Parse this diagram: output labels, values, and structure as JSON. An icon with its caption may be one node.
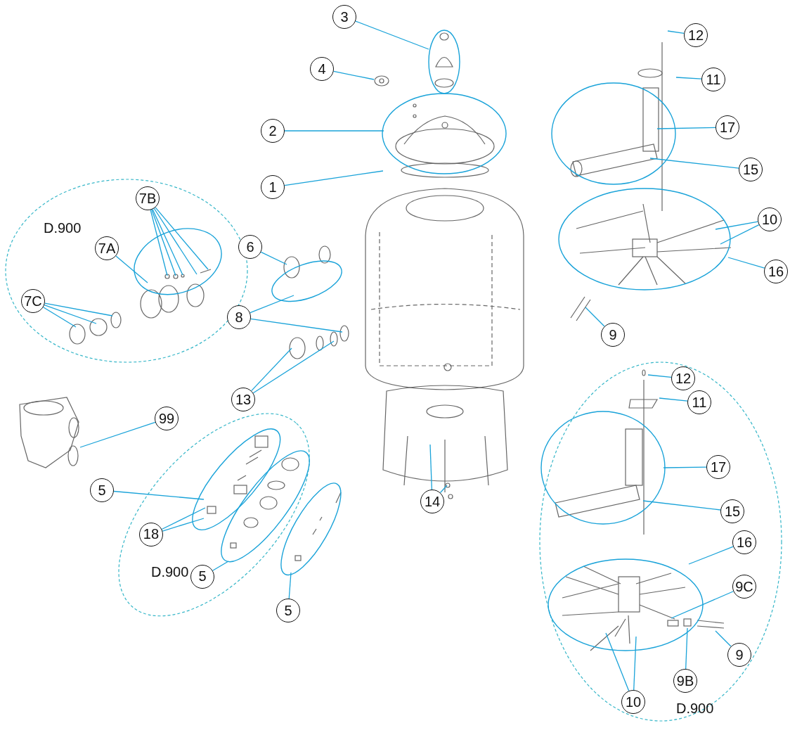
{
  "diagram": {
    "nodes": [
      {
        "text": [
          "3"
        ]
      },
      {
        "text": [],
        "shape": "ellipse"
      },
      {
        "text": [
          "4"
        ]
      },
      {
        "text": [
          "12"
        ]
      },
      {
        "text": [
          "11"
        ]
      },
      {
        "text": [],
        "shape": "ellipse"
      },
      {
        "text": [
          "2"
        ]
      },
      {
        "text": [],
        "shape": "ellipse"
      },
      {
        "text": [
          "17"
        ]
      },
      {
        "text": [
          "1"
        ]
      },
      {
        "text": [
          "15"
        ]
      },
      {
        "text": [
          "D.900"
        ]
      },
      {
        "text": [
          "7B"
        ],
        "in": 11
      },
      {
        "text": [
          "7A"
        ],
        "in": 11
      },
      {
        "text": [],
        "shape": "ellipse",
        "in": 11
      },
      {
        "text": [
          "7C"
        ],
        "in": 11
      },
      {
        "text": [
          "10"
        ]
      },
      {
        "text": [],
        "shape": "ellipse"
      },
      {
        "text": [
          "6"
        ]
      },
      {
        "text": [],
        "shape": "ellipse"
      },
      {
        "text": [
          "16"
        ]
      },
      {
        "text": [
          "8"
        ]
      },
      {
        "text": [
          "9"
        ]
      },
      {
        "text": [
          "13"
        ]
      },
      {
        "text": [
          "99"
        ]
      },
      {
        "text": [
          "D.900"
        ]
      },
      {
        "text": [
          "12"
        ],
        "in": 25
      },
      {
        "text": [
          "11"
        ],
        "in": 25
      },
      {
        "text": [],
        "shape": "ellipse",
        "in": 25
      },
      {
        "text": [
          "17"
        ],
        "in": 25
      },
      {
        "text": [
          "15"
        ],
        "in": 25
      },
      {
        "text": [
          "16"
        ],
        "in": 25
      },
      {
        "text": [],
        "shape": "ellipse",
        "in": 25
      },
      {
        "text": [
          "9C"
        ],
        "in": 25
      },
      {
        "text": [
          "9"
        ],
        "in": 25
      },
      {
        "text": [
          "9B"
        ],
        "in": 25
      },
      {
        "text": [
          "10"
        ],
        "in": 25
      },
      {
        "text": [
          "D.900"
        ]
      },
      {
        "text": [],
        "shape": "ellipse",
        "in": 37
      },
      {
        "text": [],
        "shape": "ellipse",
        "in": 37
      },
      {
        "text": [
          "5"
        ]
      },
      {
        "text": [
          "18"
        ],
        "in": 37
      },
      {
        "text": [
          "5"
        ],
        "in": 37
      },
      {
        "text": [],
        "shape": "ellipse"
      },
      {
        "text": [
          "14"
        ]
      },
      {
        "text": [
          "5"
        ]
      },
      {
        "text": [],
        "shape": "picture"
      },
      {
        "text": [],
        "shape": "picture"
      }
    ],
    "edges": [
      {
        "from": 0,
        "to": 1,
        "arrow": "none"
      },
      {
        "from": 2,
        "to": 46,
        "arrow": "none"
      },
      {
        "from": 3,
        "to": null,
        "arrow": "none"
      },
      {
        "from": 4,
        "to": null,
        "arrow": "none"
      },
      {
        "from": 6,
        "to": 7,
        "arrow": "none"
      },
      {
        "from": 8,
        "to": 5,
        "arrow": "none"
      },
      {
        "from": 9,
        "to": 7,
        "arrow": "none"
      },
      {
        "from": 10,
        "to": 5,
        "arrow": "none"
      },
      {
        "from": 12,
        "to": 14,
        "arrow": "none"
      },
      {
        "from": 12,
        "to": 14,
        "arrow": "none"
      },
      {
        "from": 12,
        "to": 14,
        "arrow": "none"
      },
      {
        "from": 12,
        "to": 14,
        "arrow": "none"
      },
      {
        "from": 12,
        "to": 14,
        "arrow": "none"
      },
      {
        "from": 13,
        "to": 14,
        "arrow": "none"
      },
      {
        "from": 15,
        "to": 11,
        "arrow": "none"
      },
      {
        "from": 15,
        "to": 11,
        "arrow": "none"
      },
      {
        "from": 15,
        "to": 11,
        "arrow": "none"
      },
      {
        "from": 16,
        "to": 17,
        "arrow": "none"
      },
      {
        "from": 16,
        "to": 17,
        "arrow": "none"
      },
      {
        "from": 18,
        "to": 19,
        "arrow": "none"
      },
      {
        "from": 20,
        "to": 17,
        "arrow": "none"
      },
      {
        "from": 21,
        "to": 19,
        "arrow": "none"
      },
      {
        "from": 21,
        "to": null,
        "arrow": "none"
      },
      {
        "from": 22,
        "to": null,
        "arrow": "none"
      },
      {
        "from": 23,
        "to": null,
        "arrow": "none"
      },
      {
        "from": 23,
        "to": null,
        "arrow": "none"
      },
      {
        "from": 24,
        "to": 47,
        "arrow": "none"
      },
      {
        "from": 26,
        "to": 25,
        "arrow": "none"
      },
      {
        "from": 27,
        "to": 25,
        "arrow": "none"
      },
      {
        "from": 29,
        "to": 28,
        "arrow": "none"
      },
      {
        "from": 30,
        "to": 28,
        "arrow": "none"
      },
      {
        "from": 31,
        "to": 32,
        "arrow": "none"
      },
      {
        "from": 33,
        "to": 32,
        "arrow": "none"
      },
      {
        "from": 34,
        "to": 25,
        "arrow": "none"
      },
      {
        "from": 35,
        "to": 32,
        "arrow": "none"
      },
      {
        "from": 36,
        "to": 32,
        "arrow": "none"
      },
      {
        "from": 36,
        "to": 32,
        "arrow": "none"
      },
      {
        "from": 40,
        "to": 38,
        "arrow": "none"
      },
      {
        "from": 41,
        "to": 38,
        "arrow": "none"
      },
      {
        "from": 41,
        "to": 38,
        "arrow": "none"
      },
      {
        "from": 42,
        "to": 39,
        "arrow": "none"
      },
      {
        "from": 44,
        "to": null,
        "arrow": "none"
      },
      {
        "from": 44,
        "to": null,
        "arrow": "none"
      },
      {
        "from": 45,
        "to": 43,
        "arrow": "none"
      }
    ]
  }
}
